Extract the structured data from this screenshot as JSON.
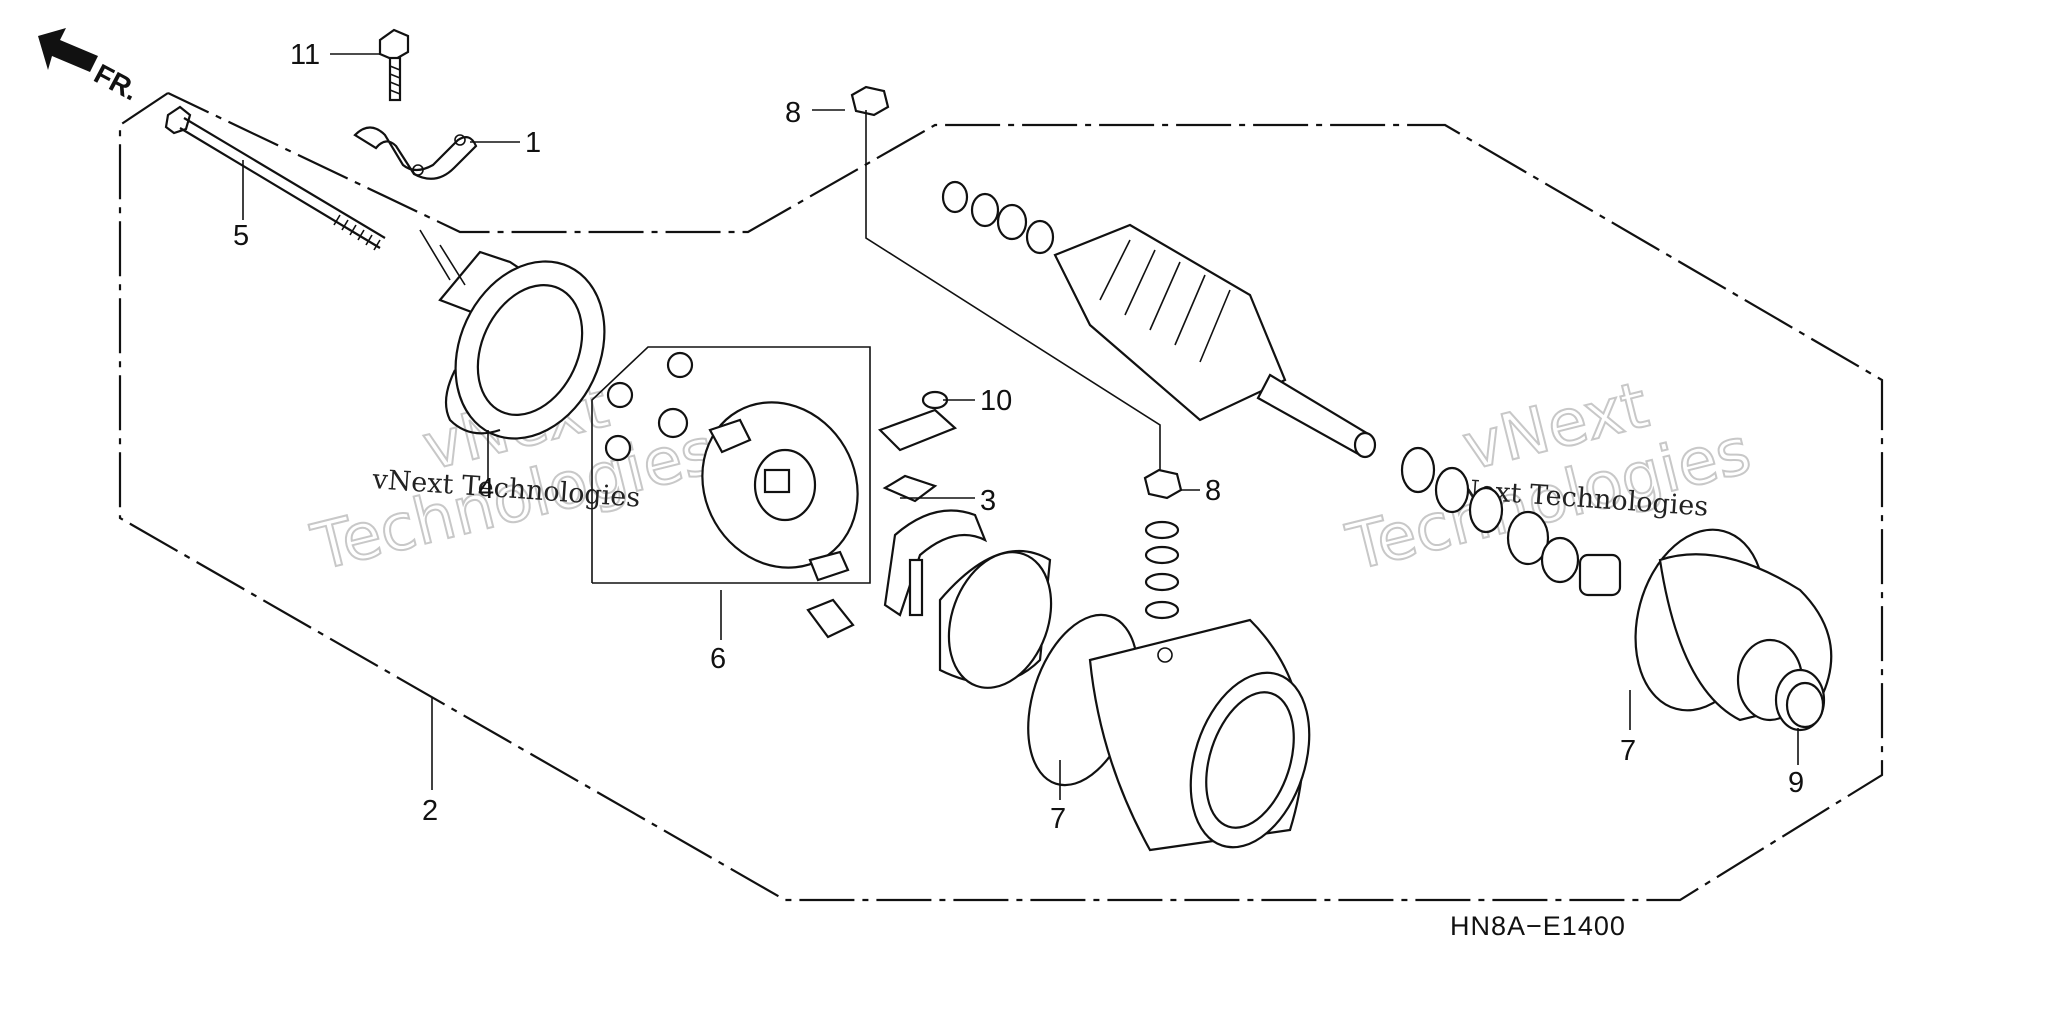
{
  "diagram": {
    "direction_label": "FR.",
    "drawing_code": "HN8A−E1400",
    "callouts": {
      "c1": "1",
      "c2": "2",
      "c3": "3",
      "c4": "4",
      "c5": "5",
      "c6": "6",
      "c7a": "7",
      "c7b": "7",
      "c8a": "8",
      "c8b": "8",
      "c9": "9",
      "c10": "10",
      "c11": "11"
    },
    "watermarks": {
      "large_1a": "vNext",
      "large_1b": "Technologies",
      "small_1": "vNext Technologies",
      "large_2a": "vNext",
      "large_2b": "Technologies",
      "small_2": "vNext Technologies"
    }
  },
  "colors": {
    "line": "#111111",
    "watermark": "#c8c8c8",
    "background": "#ffffff"
  }
}
